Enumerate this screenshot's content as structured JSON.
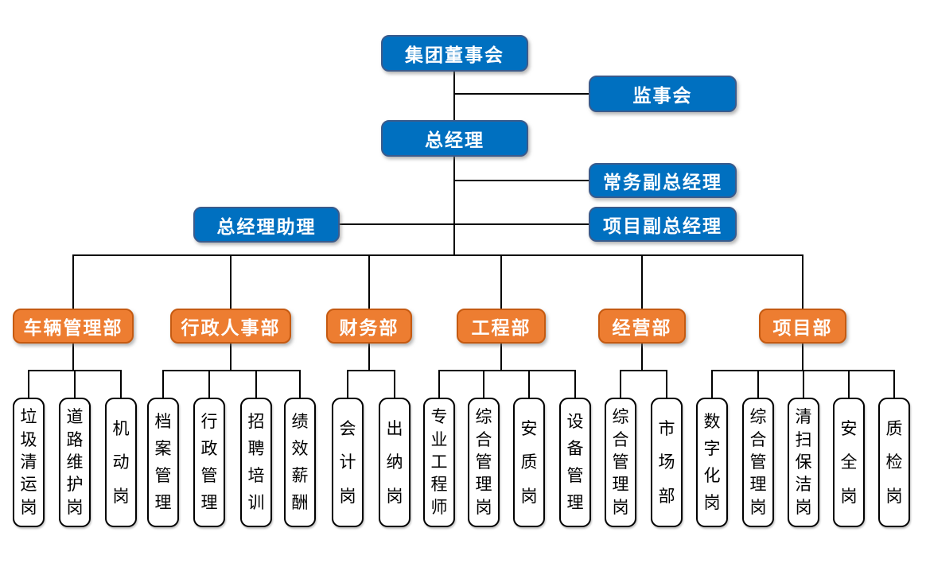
{
  "colors": {
    "executive_fill": "#0070C0",
    "executive_border": "#3A5B8C",
    "department_fill": "#ED7D31",
    "department_border": "#C55A11",
    "position_fill": "#FFFFFF",
    "position_border": "#000000",
    "connector": "#000000",
    "background": "#FFFFFF"
  },
  "executive_nodes": {
    "board": "集团董事会",
    "supervisory_board": "监事会",
    "general_manager": "总经理",
    "executive_deputy_gm": "常务副总经理",
    "gm_assistant": "总经理助理",
    "project_deputy_gm": "项目副总经理"
  },
  "departments": [
    {
      "label": "车辆管理部",
      "positions": [
        "垃圾清运岗",
        "道路维护岗",
        "机动岗"
      ]
    },
    {
      "label": "行政人事部",
      "positions": [
        "档案管理",
        "行政管理",
        "招聘培训",
        "绩效薪酬"
      ]
    },
    {
      "label": "财务部",
      "positions": [
        "会计岗",
        "出纳岗"
      ]
    },
    {
      "label": "工程部",
      "positions": [
        "专业工程师",
        "综合管理岗",
        "安质岗",
        "设备管理"
      ]
    },
    {
      "label": "经营部",
      "positions": [
        "综合管理岗",
        "市场部"
      ]
    },
    {
      "label": "项目部",
      "positions": [
        "数字化岗",
        "综合管理岗",
        "清扫保洁岗",
        "安全岗",
        "质检岗"
      ]
    }
  ]
}
